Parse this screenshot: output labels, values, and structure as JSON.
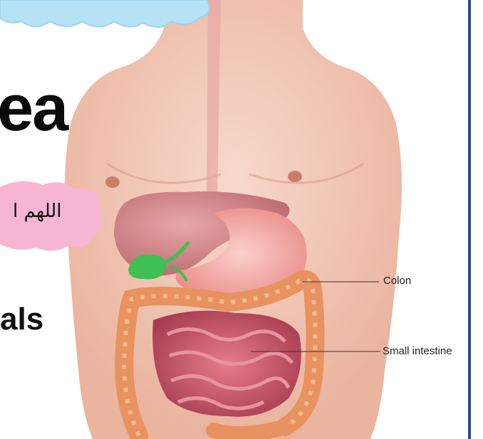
{
  "slide": {
    "title_fragment": "ea",
    "arabic_fragment": "اللهم ا",
    "body_fragment": "als"
  },
  "diagram": {
    "labels": {
      "colon": "Colon",
      "small_intestine": "Small intestine"
    }
  },
  "colors": {
    "skin": "#f1c6b6",
    "liver": "#d78a8a",
    "stomach": "#f4a9a6",
    "gallbladder": "#3fbf54",
    "colon": "#e8925f",
    "small_intestine": "#c2566a",
    "border": "#2b4a8a",
    "cloud_blue": "#b6e2f5",
    "cloud_pink": "#f6b6d3"
  }
}
